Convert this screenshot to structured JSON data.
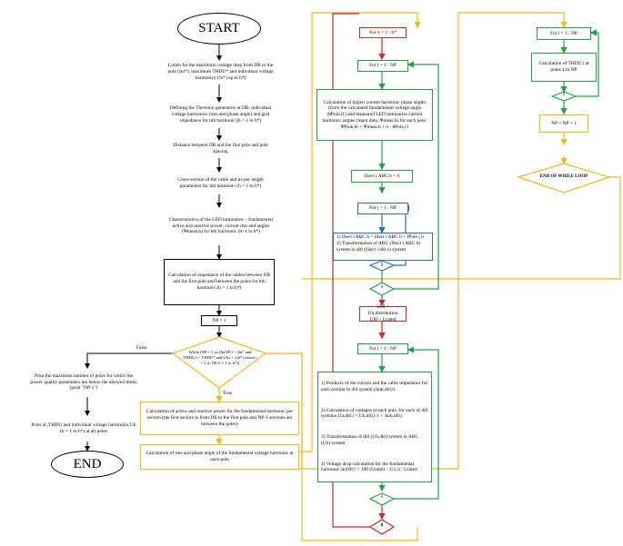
{
  "left": {
    "start": "START",
    "limits": "Limits for the maximum voltage drop from DB to the pole (Δu*), maximum THDU* and individual voltage harmonics Uh* (up to h*)",
    "thevenin": "Defining the Thevenin generators at DB: individual voltage harmonics (rms and phase angle) and grid impedance for hth harmonic (h = 1 to h*)",
    "distance": "Distance between DB and the first pole and pole spacing",
    "cross_section": "Cross-section of the cable and its per length parameters for hth harmonic (h = 1 to h*)",
    "led": "Characteristics of the LED luminaires – fundamental active and reactive power, current rms and angles (Ψmeas,h) for hth harmonic (h=1 to h*)",
    "impedance": "Calculation of impedance of the cables between DB and the first pole and between the poles for hth harmonic (h = 1 to h*)",
    "np1": "NP = 1",
    "while": "While (NP = 1 or (ΔuNP,1 < Δu* and THDU,i < THDU* and Uh,i < Uh* (where i = 1 to NP, h = 1 to h*))",
    "false_label": "False",
    "true_label": "True",
    "print_max": "Print the maximum number of poles for which the power quality parameters are below the allowed limits (print \"NP-1\")",
    "print_u": "Print ui, THDU and individual voltage harmonics Uh (h = 1 to h*) at all poles",
    "end": "END",
    "calc_active": "Calculation of active and reactive power for the fundamental harmonic per section (the first section is from DB to the first pole and NP-1 sections are between the poles)",
    "calc_rms": "Calculation of rms and phase angle of the fundamental voltage harmonic at each pole"
  },
  "middle": {
    "for_h": "For h = 1 : h*",
    "for_i1": "For i = 1 : NP",
    "calc_higher": "Calculation of higher current harmonic phase angles (from the calculated fundamental voltage angle (θPole,i1) and measured LED luminaires current harmonic angles (input data, Ψmeas,h) for each pole: ΨPole,ih = Ψmeas,h + h · θPole,i1",
    "isect": "ISect i ABC h = 0",
    "for_j": "For j = 1 : NP",
    "step1": "1) ISect i ABC h = ISect i ABC h + IPole j h",
    "step2": "2) Transformation of ABC (ISect i ABC h) system to di0 (ISect i di0 h) system",
    "j_marker": "j",
    "i_marker_a": "i",
    "uh": "Uh0 = Uh,distribution",
    "uh2": "Uf0 = Urated",
    "for_i2": "For i = 1 : NP",
    "proc1": "1) Products of the current and the cable impedance for each section in di0 system (Δuh,di0,i)",
    "proc2": "2) Calculation of voltages at each pole, for each of di0 systems Uh,di0,i = Uh,di0,i-1 + Δuh,di0,i",
    "proc3": "3) Transformation of di0 (Uh,di0) system to ABC (Uh) system",
    "proc4": "4) Voltage drop calculation for the fundamental harmonic ΔuNP,1 = 100 (Urated − U1,i) / Urated",
    "i_marker_b": "i",
    "h_marker": "h"
  },
  "right": {
    "for_i": "For i = 1 : NP",
    "calc_thd": "Calculation of THDU,i at poles 1 to NP",
    "i_marker": "i",
    "np_inc": "NP = NP + 1",
    "end_while": "END OF WHILE LOOP"
  },
  "colors": {
    "green": "#23a04a",
    "red": "#d3262a",
    "blue": "#2b6fc4",
    "yellow": "#f2b81c"
  }
}
